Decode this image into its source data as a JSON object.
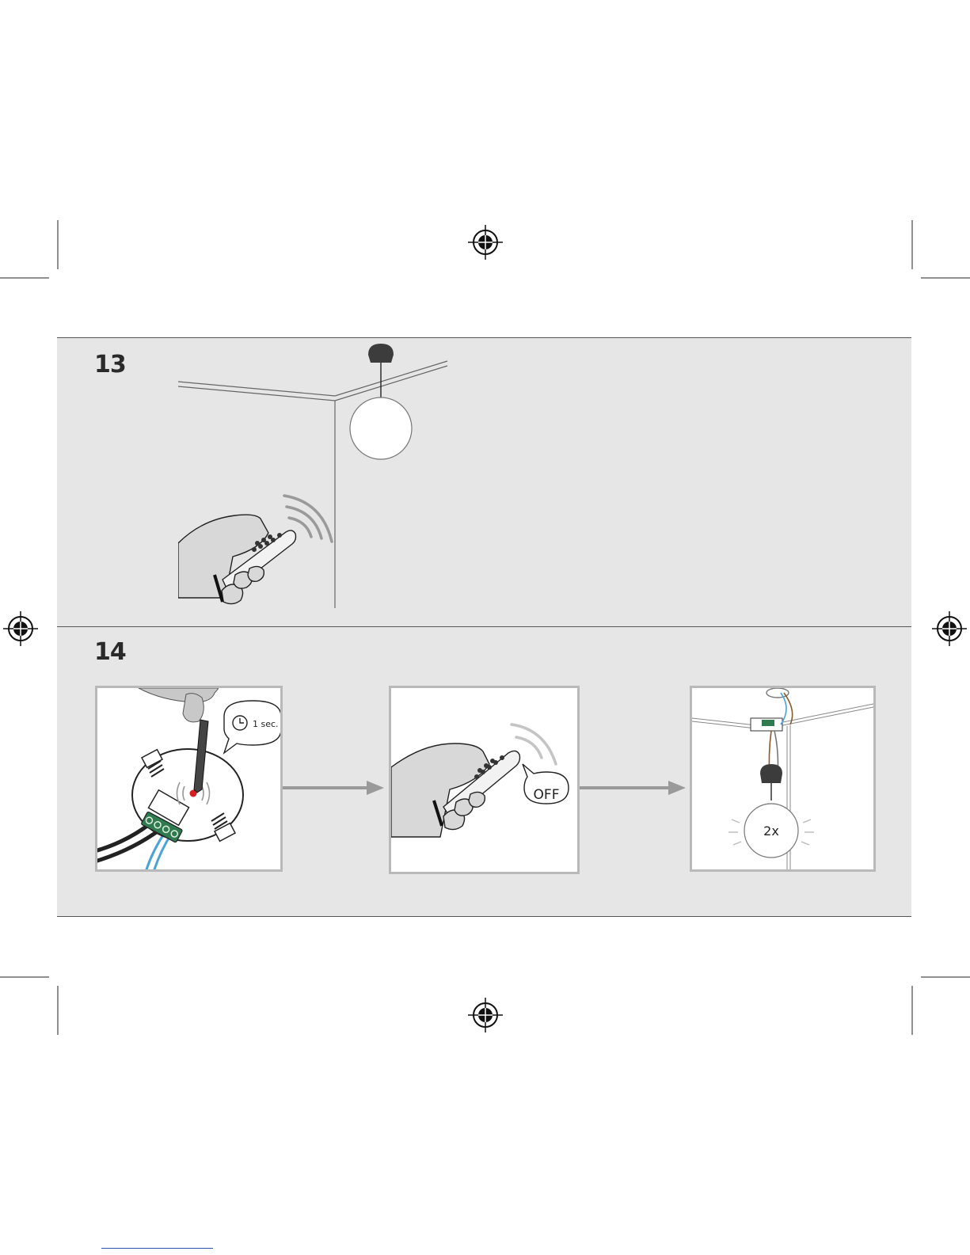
{
  "steps": [
    {
      "number": "13"
    },
    {
      "number": "14"
    }
  ],
  "step14": {
    "panel1": {
      "timer_label": "1 sec."
    },
    "panel2": {
      "button_label": "OFF"
    },
    "panel3": {
      "blink_label": "2x"
    }
  },
  "icons": [
    "registration-mark-icon",
    "crop-mark-icon",
    "clock-icon",
    "arrow-right-icon",
    "signal-waves-icon"
  ],
  "colors": {
    "band_background": "#e6e6e6",
    "panel_border": "#b9b9b9",
    "rule": "#555555",
    "terminal_green": "#2f7a4f",
    "led_red": "#d62020",
    "wire_blue": "#4aa3d8"
  }
}
